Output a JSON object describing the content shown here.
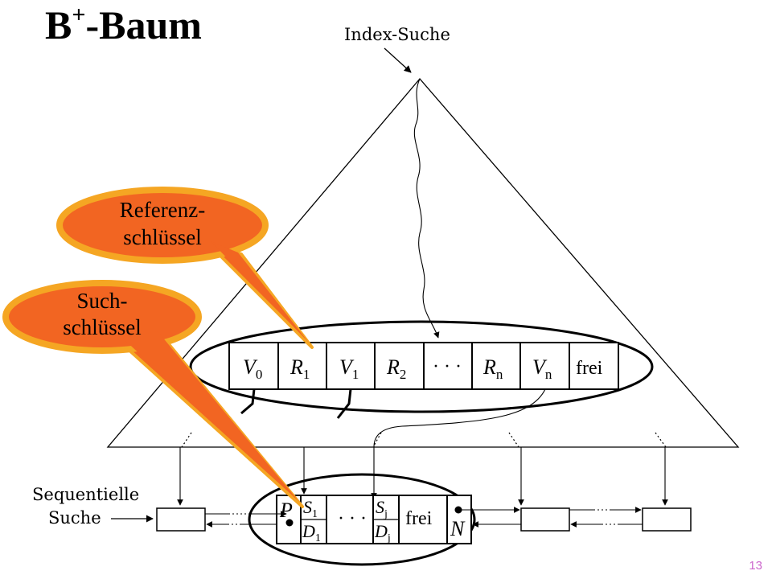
{
  "title": {
    "main": "B",
    "sup": "+",
    "rest": "-Baum"
  },
  "labels": {
    "index_search": "Index-Suche",
    "sequential_search_line1": "Sequentielle",
    "sequential_search_line2": "Suche"
  },
  "inner_node": {
    "cells": [
      {
        "base": "V",
        "sub": "0"
      },
      {
        "base": "R",
        "sub": "1"
      },
      {
        "base": "V",
        "sub": "1"
      },
      {
        "base": "R",
        "sub": "2"
      },
      {
        "base": "· · ·",
        "sub": ""
      },
      {
        "base": "R",
        "sub": "n"
      },
      {
        "base": "V",
        "sub": "n"
      },
      {
        "base": "frei",
        "sub": ""
      }
    ]
  },
  "leaf_node": {
    "p": "P",
    "s1_base": "S",
    "s1_sub": "1",
    "d1_base": "D",
    "d1_sub": "1",
    "dots": "· · ·",
    "sj_base": "S",
    "sj_sub": "j",
    "dj_base": "D",
    "dj_sub": "j",
    "free": "frei",
    "n": "N"
  },
  "callouts": {
    "reference_key_line1": "Referenz-",
    "reference_key_line2": "schlüssel",
    "search_key_line1": "Such-",
    "search_key_line2": "schlüssel"
  },
  "colors": {
    "callout_fill": "#f26522",
    "callout_border": "#f5a623"
  },
  "page_number": "13"
}
